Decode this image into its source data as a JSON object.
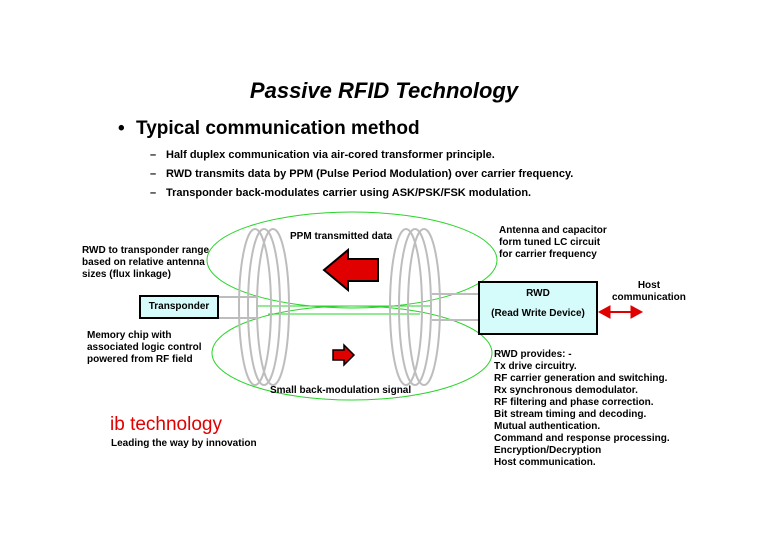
{
  "slide": {
    "title": "Passive RFID Technology",
    "bullet": "Typical communication method",
    "sub_bullets": [
      "Half duplex communication via air-cored transformer principle.",
      "RWD transmits data by PPM (Pulse Period Modulation) over carrier frequency.",
      "Transponder back-modulates carrier using ASK/PSK/FSK modulation."
    ]
  },
  "diagram": {
    "ppm_label": "PPM transmitted data",
    "backmod_label": "Small back-modulation signal",
    "range_note": [
      "RWD to transponder range",
      "based on relative antenna",
      "sizes (flux linkage)"
    ],
    "antenna_note": [
      "Antenna and capacitor",
      "form tuned LC circuit",
      "for carrier frequency"
    ],
    "memory_note": [
      "Memory chip with",
      "associated logic control",
      "powered from RF field"
    ],
    "transponder_label": "Transponder",
    "rwd_label": "RWD",
    "rwd_full": "(Read Write Device)",
    "host_label": [
      "Host",
      "communication"
    ],
    "rwd_provides_title": "RWD provides: -",
    "rwd_provides": [
      "Tx drive circuitry.",
      "RF carrier generation and switching.",
      "Rx synchronous demodulator.",
      "RF filtering and phase correction.",
      "Bit stream timing and decoding.",
      "Mutual authentication.",
      "Command and response processing.",
      "Encryption/Decryption",
      "Host communication."
    ]
  },
  "branding": {
    "name": "ib technology",
    "tagline": "Leading the way  by  innovation"
  },
  "colors": {
    "ellipse": "#2ad42a",
    "coil": "#bdbdbd",
    "arrow_red": "#e00000",
    "box_fill": "#d6fbfb",
    "brand_red": "#e00000"
  }
}
